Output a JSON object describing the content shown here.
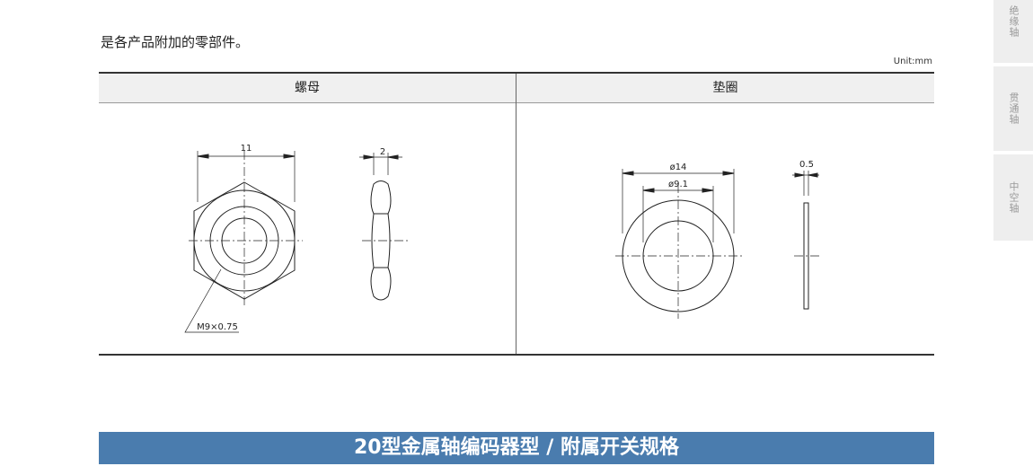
{
  "intro_text": "是各产品附加的零部件。",
  "unit_label": "Unit:mm",
  "table": {
    "columns": [
      "螺母",
      "垫圈"
    ],
    "nut": {
      "width_dim": "11",
      "thickness_dim": "2",
      "thread_label": "M9×0.75"
    },
    "washer": {
      "outer_dim": "ø14",
      "inner_dim": "ø9.1",
      "thickness_dim": "0.5"
    }
  },
  "banner_title": "20型金属轴编码器型 / 附属开关规格",
  "side_tabs": [
    "绝缘轴",
    "贯通轴",
    "中空轴"
  ]
}
